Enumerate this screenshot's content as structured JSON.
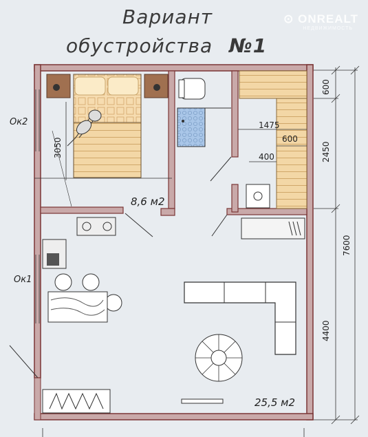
{
  "title": {
    "line1": "Вариант",
    "line2": "обустройства",
    "number": "№1"
  },
  "watermark": {
    "brand": "ONREALT",
    "tagline": "НЕДВИЖИМОСТЬ"
  },
  "windows": {
    "ok2": "Ок2",
    "ok1": "Ок1"
  },
  "areas": {
    "bedroom": "8,6 м2",
    "living": "25,5 м2"
  },
  "dimensions": {
    "bed_length": "3050",
    "sauna_width": "1475",
    "bench_600": "600",
    "bench_400": "400",
    "right_600": "600",
    "right_2450": "2450",
    "right_4400": "4400",
    "total_7600": "7600"
  },
  "colors": {
    "wall": "#7a3535",
    "wall_fill": "#c9a9a9",
    "wood": "#f3d7a6",
    "wood_line": "#c89b5a",
    "tile": "#a9c6e8"
  }
}
